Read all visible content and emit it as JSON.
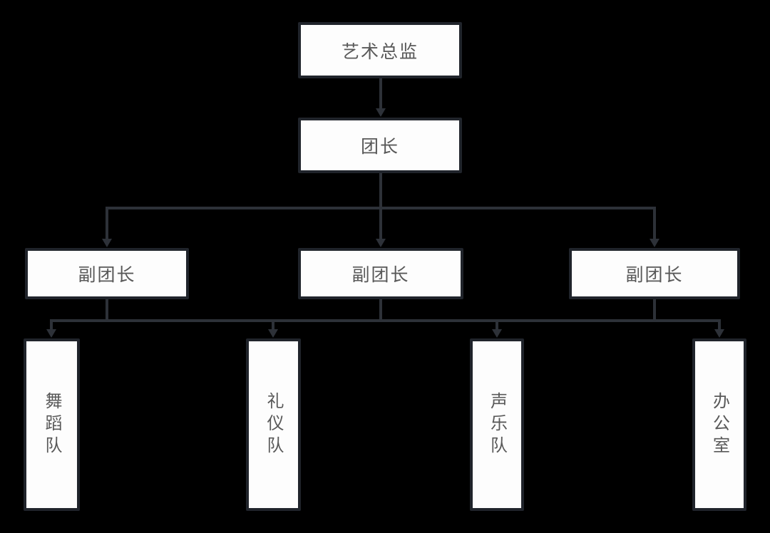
{
  "diagram": {
    "type": "org-chart",
    "colors": {
      "background": "#000000",
      "box_fill": "#fdfdfd",
      "box_border": "#20242b",
      "line": "#2d3138",
      "text": "#595959"
    },
    "nodes": {
      "level1": {
        "label": "艺术总监"
      },
      "level2": {
        "label": "团长"
      },
      "level3": [
        {
          "label": "副团长"
        },
        {
          "label": "副团长"
        },
        {
          "label": "副团长"
        }
      ],
      "level4": [
        {
          "label": "舞蹈队"
        },
        {
          "label": "礼仪队"
        },
        {
          "label": "声乐队"
        },
        {
          "label": "办公室"
        }
      ]
    },
    "edges": [
      {
        "from": "艺术总监",
        "to": "团长"
      },
      {
        "from": "团长",
        "to": "副团长-1"
      },
      {
        "from": "团长",
        "to": "副团长-2"
      },
      {
        "from": "团长",
        "to": "副团长-3"
      },
      {
        "from": "副团长",
        "to": "舞蹈队"
      },
      {
        "from": "副团长",
        "to": "礼仪队"
      },
      {
        "from": "副团长",
        "to": "声乐队"
      },
      {
        "from": "副团长",
        "to": "办公室"
      }
    ]
  }
}
